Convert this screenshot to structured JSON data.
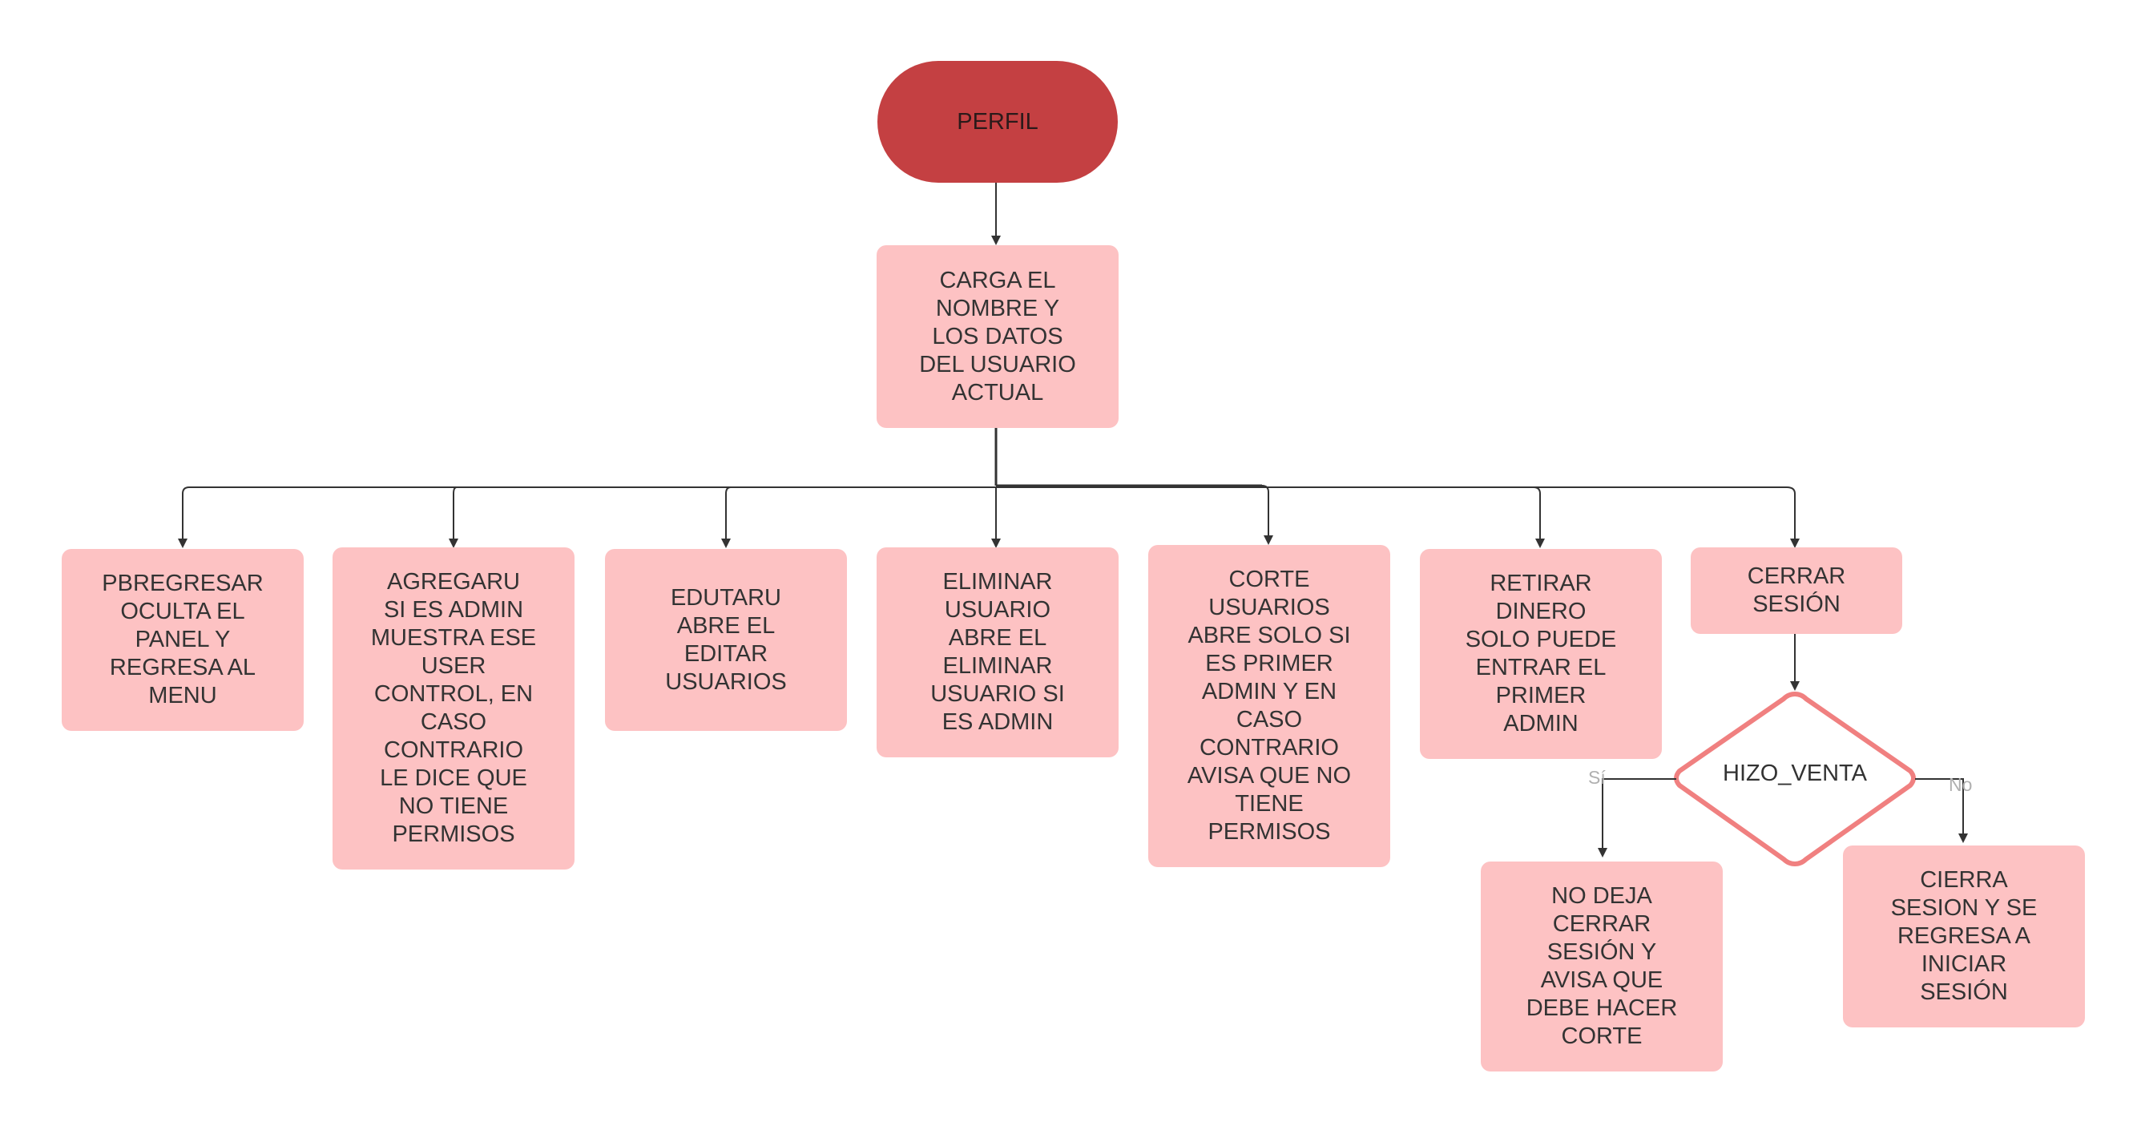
{
  "nodes": {
    "perfil": "PERFIL",
    "carga": "CARGA EL\nNOMBRE Y\nLOS DATOS\nDEL USUARIO\nACTUAL",
    "regresar": "PBREGRESAR\nOCULTA EL\nPANEL  Y\nREGRESA AL\nMENU",
    "agregar": "AGREGARU\nSI ES ADMIN\nMUESTRA ESE\nUSER\nCONTROL, EN\nCASO\nCONTRARIO\nLE DICE QUE\nNO TIENE\nPERMISOS",
    "editar": "EDUTARU\nABRE EL\nEDITAR\nUSUARIOS",
    "eliminar": "ELIMINAR\nUSUARIO\nABRE EL\nELIMINAR\nUSUARIO SI\nES ADMIN",
    "corte": "CORTE\nUSUARIOS\nABRE SOLO SI\nES PRIMER\nADMIN Y EN\nCASO\nCONTRARIO\nAVISA QUE NO\nTIENE\nPERMISOS",
    "retirar": "RETIRAR\nDINERO\nSOLO PUEDE\nENTRAR EL\nPRIMER\nADMIN",
    "cerrar": "CERRAR\nSESIÓN",
    "decision": "HIZO_VENTA",
    "no_deja": "NO DEJA\nCERRAR\nSESIÓN Y\nAVISA QUE\nDEBE HACER\nCORTE",
    "cierra": "CIERRA\nSESION Y SE\nREGRESA A\nINICIAR\nSESIÓN"
  },
  "edge_labels": {
    "yes": "Sí",
    "no": "No"
  },
  "colors": {
    "terminal": "#c44042",
    "process": "#fdc2c3",
    "decision_border": "#f08080",
    "connector": "#333333"
  }
}
